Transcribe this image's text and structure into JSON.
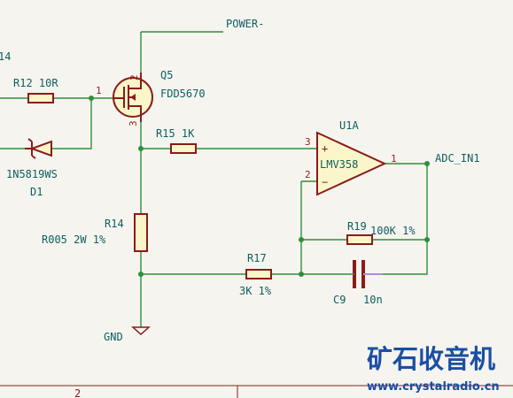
{
  "labels": {
    "power_net": "POWER-",
    "fragment_top_left": "14",
    "r12": "R12 10R",
    "pin1_q5": "1",
    "q5_ref": "Q5",
    "q5_val": "FDD5670",
    "pin2_q5": "2",
    "pin3_q5": "3",
    "d1_val": "1N5819WS",
    "d1_ref": "D1",
    "r15": "R15 1K",
    "u1_ref": "U1A",
    "u1_val": "LMV358",
    "u1_plus": "+",
    "u1_minus": "−",
    "pin3_u1": "3",
    "pin2_u1": "2",
    "pin1_u1": "1",
    "adc_net": "ADC_IN1",
    "r14_ref": "R14",
    "r14_val": "R005 2W 1%",
    "r19_ref": "R19",
    "r19_val": "100K 1%",
    "r17_ref": "R17",
    "r17_val": "3K 1%",
    "c9_ref": "C9",
    "c9_val": "10n",
    "gnd": "GND",
    "frame_col": "2"
  },
  "watermark": {
    "title": "矿石收音机",
    "url": "www.crystalradio.cn"
  }
}
